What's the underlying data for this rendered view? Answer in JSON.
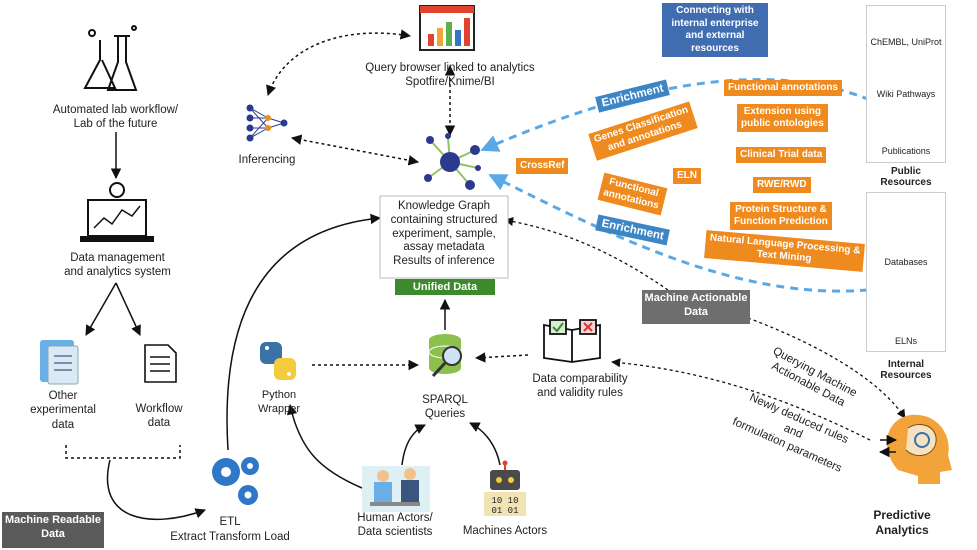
{
  "nodes": {
    "lab": "Automated lab workflow/\nLab of the future",
    "data_mgmt": "Data management\nand analytics system",
    "other_exp": "Other\nexperimental\ndata",
    "workflow": "Workflow\ndata",
    "machine_readable": "Machine Readable\nData",
    "etl_title": "ETL",
    "etl_sub": "Extract Transform Load",
    "python": "Python\nWrapper",
    "sparql": "SPARQL\nQueries",
    "human": "Human Actors/\nData scientists",
    "machines": "Machines Actors",
    "comparability": "Data comparability\nand validity rules",
    "kg": "Knowledge Graph\ncontaining structured\nexperiment, sample,\nassay metadata\nResults of inference",
    "unified": "Unified Data",
    "inferencing": "Inferencing",
    "query_browser": "Query browser linked to analytics\nSpotfire/Knime/BI",
    "connecting": "Connecting with\ninternal enterprise\nand external\nresources",
    "machine_actionable": "Machine Actionable\nData",
    "querying": "Querying Machine\nActionable Data",
    "newly": "Newly deduced rules\nand\nformulation parameters",
    "predictive": "Predictive\nAnalytics"
  },
  "tags": {
    "enrichment_top": "Enrichment",
    "genes": "Genes Classification\nand annotations",
    "crossref": "CrossRef",
    "functional_mid": "Functional\nannotations",
    "eln": "ELN",
    "enrichment_bottom": "Enrichment",
    "functional_right": "Functional annotations",
    "extension": "Extension using\npublic ontologies",
    "clinical": "Clinical Trial data",
    "rwe": "RWE/RWD",
    "protein": "Protein Structure &\nFunction Prediction",
    "nlp": "Natural Language Processing &\nText Mining"
  },
  "resources": {
    "chembl": "ChEMBL, UniProt",
    "wiki": "Wiki Pathways",
    "publications": "Publications",
    "public_title": "Public\nResources",
    "databases": "Databases",
    "elns": "ELNs",
    "internal_title": "Internal\nResources"
  },
  "colors": {
    "orange": "#ef8a1e",
    "blue": "#3d86c6",
    "dark_blue": "#3f6db0",
    "green": "#3d8a2c",
    "grey": "#6e6e6e",
    "light_blue_arrow": "#5aa9e6"
  }
}
